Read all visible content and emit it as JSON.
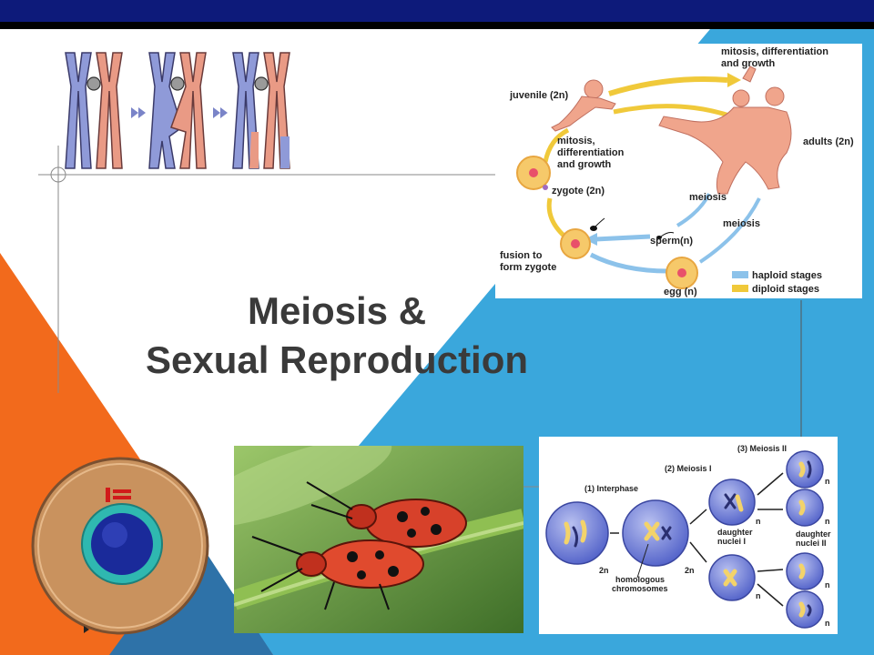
{
  "slide": {
    "title_line1": "Meiosis &",
    "title_line2": "Sexual Reproduction"
  },
  "colors": {
    "top_bar": "#0d1a7a",
    "blue_bg": "#3aa7dc",
    "orange": "#f26a1c",
    "dark_blue_corner": "#2e72a8",
    "title_text": "#3a3a3a",
    "chromosome_blue": "#8f9ad8",
    "chromosome_salmon": "#e99a85"
  },
  "life_cycle": {
    "mitosis_top": [
      "mitosis, differentiation",
      "and growth"
    ],
    "juvenile": "juvenile (2n)",
    "mitosis_left": [
      "mitosis,",
      "differentiation",
      "and growth"
    ],
    "adults": "adults (2n)",
    "zygote": "zygote (2n)",
    "meiosis_a": "meiosis",
    "meiosis_b": "meiosis",
    "sperm": "sperm(n)",
    "fusion": [
      "fusion to",
      "form zygote"
    ],
    "egg": "egg (n)",
    "legend_haploid": "haploid stages",
    "legend_diploid": "diploid stages"
  },
  "meiosis_diagram": {
    "interphase": "(1) Interphase",
    "meiosis_1": "(2) Meiosis I",
    "meiosis_2": "(3) Meiosis II",
    "two_n_a": "2n",
    "two_n_b": "2n",
    "daughter_1": [
      "daughter",
      "nuclei I"
    ],
    "daughter_2": [
      "daughter",
      "nuclei II"
    ],
    "homologous": [
      "homologous",
      "chromosomes"
    ],
    "n_labels": [
      "n",
      "n",
      "n",
      "n",
      "n",
      "n"
    ]
  }
}
